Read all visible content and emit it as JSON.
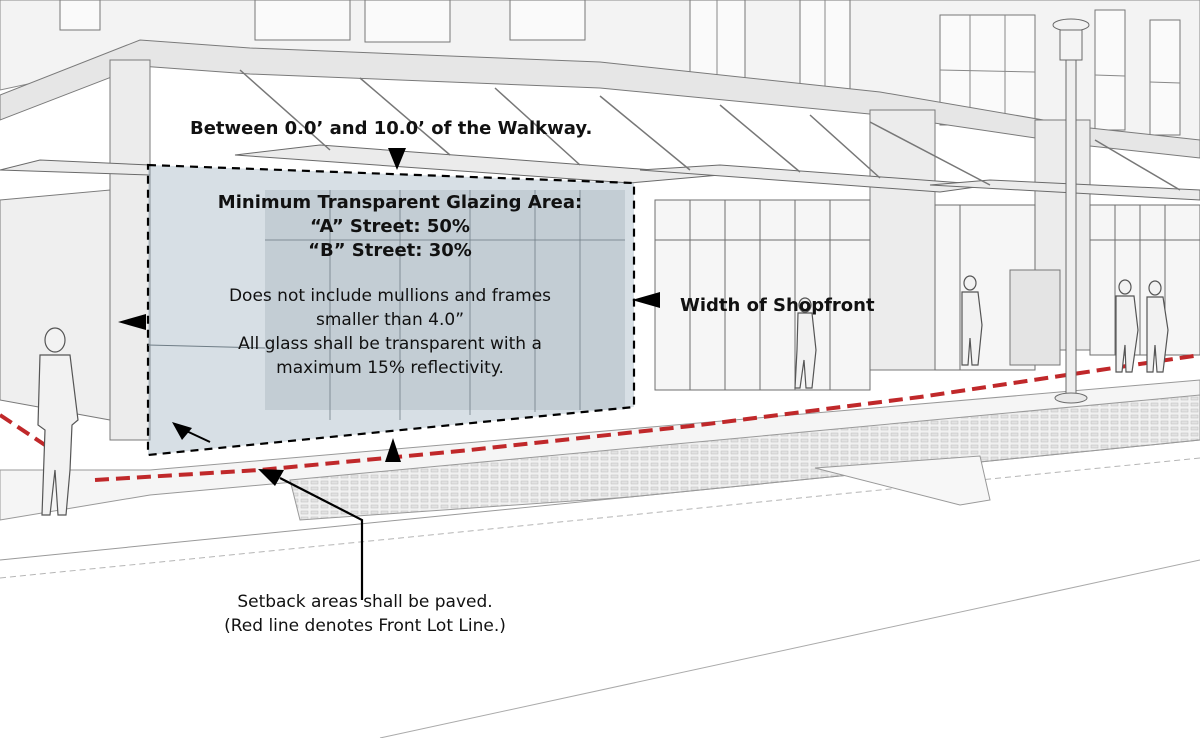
{
  "annotations": {
    "walkway_label": "Between 0.0’ and 10.0’ of the Walkway.",
    "glazing": {
      "title": "Minimum Transparent Glazing Area:",
      "a_street": "“A” Street: 50%",
      "b_street": "“B” Street: 30%",
      "note_line1": "Does not include mullions and frames",
      "note_line2": "smaller than 4.0”",
      "note_line3": "All glass shall be transparent with a",
      "note_line4": "maximum 15% reflectivity."
    },
    "width_label": "Width of Shopfront",
    "setback_line1": "Setback areas shall be paved.",
    "setback_line2": "(Red line denotes Front Lot Line.)"
  },
  "colors": {
    "front_lot_line": "#c0282a",
    "glazing_zone_fill": "#9fb3c2",
    "annotation_arrow": "#000000",
    "linework": "#6b6b6b"
  }
}
